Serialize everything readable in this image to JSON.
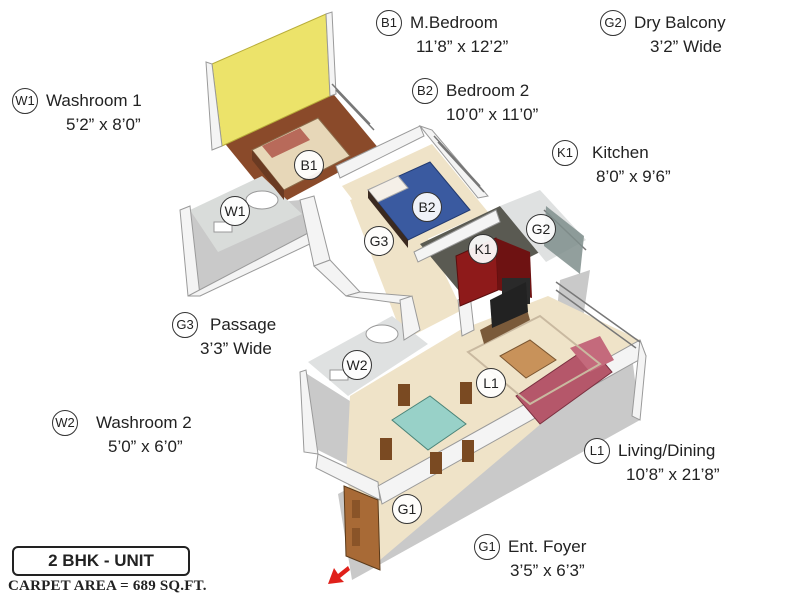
{
  "legend": [
    {
      "code": "B1",
      "name": "M.Bedroom",
      "dim": "11’8” x 12’2”"
    },
    {
      "code": "G2",
      "name": "Dry Balcony",
      "dim": "3’2” Wide"
    },
    {
      "code": "W1",
      "name": "Washroom 1",
      "dim": "5’2” x 8’0”"
    },
    {
      "code": "B2",
      "name": "Bedroom 2",
      "dim": "10’0” x 11’0”"
    },
    {
      "code": "K1",
      "name": "Kitchen",
      "dim": "8’0” x 9’6”"
    },
    {
      "code": "G3",
      "name": "Passage",
      "dim": "3’3” Wide"
    },
    {
      "code": "W2",
      "name": "Washroom 2",
      "dim": "5’0” x 6’0”"
    },
    {
      "code": "L1",
      "name": "Living/Dining",
      "dim": "10’8” x 21’8”"
    },
    {
      "code": "G1",
      "name": "Ent. Foyer",
      "dim": "3’5” x 6’3”"
    }
  ],
  "markers": [
    "B1",
    "W1",
    "B2",
    "G3",
    "K1",
    "G2",
    "W2",
    "L1",
    "G1"
  ],
  "unit_label": "2 BHK - UNIT",
  "carpet_area": "CARPET AREA = 689 SQ.FT.",
  "colors": {
    "accent_wall": "#ece36a",
    "wall": "#f2f2f2",
    "floor": "#efe3c8",
    "bed_quilt": "#3a5aa0",
    "kitchen": "#8e1a1a",
    "sofa": "#b5576a",
    "arrow": "#e0201a"
  }
}
